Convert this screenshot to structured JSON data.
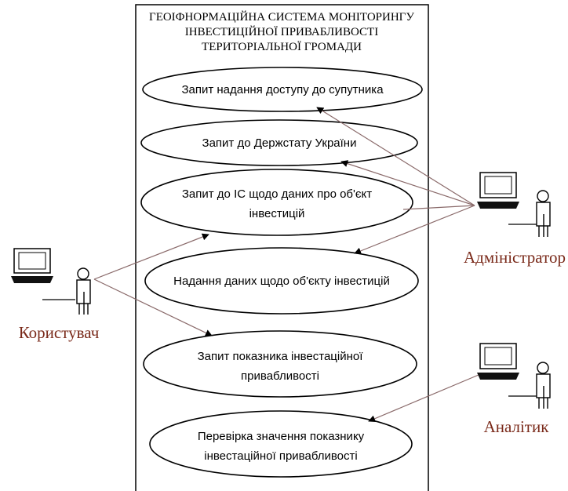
{
  "system": {
    "title_lines": [
      "ГЕОІФНОРМАЦІЙНА СИСТЕМА МОНІТОРИНГУ",
      "ІНВЕСТИЦІЙНОЇ ПРИВАБЛИВОСТІ",
      "ТЕРИТОРІАЛЬНОЇ ГРОМАДИ"
    ]
  },
  "use_cases": [
    {
      "id": "uc1",
      "lines": [
        "Запит надання доступу до супутника"
      ]
    },
    {
      "id": "uc2",
      "lines": [
        "Запит до Держстату України"
      ]
    },
    {
      "id": "uc3",
      "lines": [
        "Запит до ІС щодо даних про об'єкт",
        "інвестицій"
      ]
    },
    {
      "id": "uc4",
      "lines": [
        "Надання даних щодо об'єкту інвестицій"
      ]
    },
    {
      "id": "uc5",
      "lines": [
        "Запит показника інвестаційної",
        "привабливості"
      ]
    },
    {
      "id": "uc6",
      "lines": [
        "Перевірка значення показнику",
        "інвестаційної привабливості"
      ]
    }
  ],
  "actors": {
    "user": {
      "label": "Користувач"
    },
    "admin": {
      "label": "Адміністратор"
    },
    "analyst": {
      "label": "Аналітик"
    }
  },
  "colors": {
    "actor_label": "#7a2a1a",
    "association": "#8a6a6a"
  }
}
